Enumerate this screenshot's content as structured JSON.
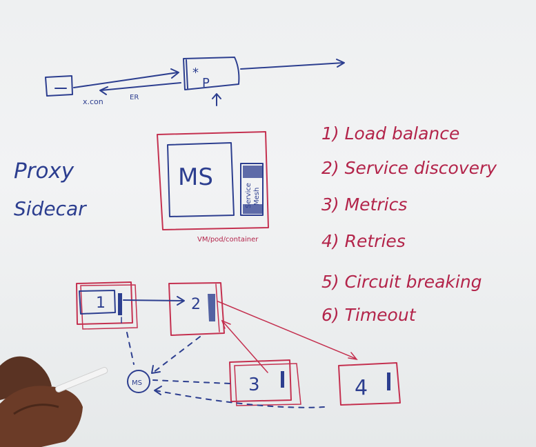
{
  "top_sketch": {
    "proxy_star": "*",
    "proxy_label": "P",
    "conn_label": "x.con",
    "er_label": "ER"
  },
  "left_labels": {
    "line1": "Proxy",
    "line2": "Sidecar"
  },
  "middle_box": {
    "ms_label": "MS",
    "side_label_line1": "Service",
    "side_label_line2": "Mesh",
    "caption": "VM/pod/container"
  },
  "features": [
    "1) Load balance",
    "2) Service discovery",
    "3) Metrics",
    "4) Retries",
    "5) Circuit breaking",
    "6) Timeout"
  ],
  "bottom_nodes": {
    "n1": "1",
    "n2": "2",
    "n3": "3",
    "n4": "4",
    "ms_small": "MS"
  },
  "colors": {
    "blue_marker": "#2c3e8f",
    "red_marker": "#c4304f",
    "board": "#eef0f1"
  }
}
